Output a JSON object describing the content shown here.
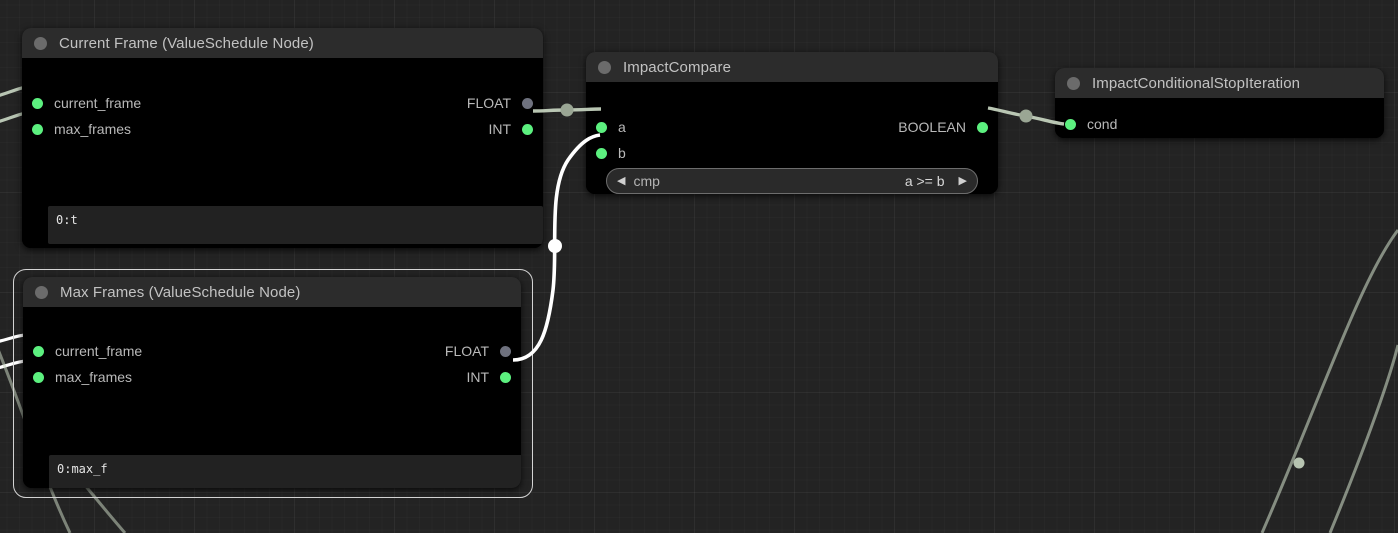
{
  "editor": {
    "name": "node-graph-canvas",
    "background_color": "#232323",
    "grid_color": "#2d2d2d"
  },
  "colors": {
    "slot_connected": "#5cf07f",
    "slot_unconnected": "#6e717e",
    "node_header": "#2c2c2c",
    "node_body": "#000000",
    "link_default": "#c6d4c0",
    "link_selected": "#ffffff",
    "selection_outline": "#d4d4d4"
  },
  "nodes": [
    {
      "id": "current-frame",
      "title": "Current Frame (ValueSchedule Node)",
      "collapse_icon": "circle-icon",
      "selected": false,
      "inputs": [
        {
          "label": "current_frame",
          "state": "connected"
        },
        {
          "label": "max_frames",
          "state": "connected"
        }
      ],
      "outputs": [
        {
          "label": "FLOAT",
          "state": "unconnected"
        },
        {
          "label": "INT",
          "state": "connected"
        }
      ],
      "text_widget": {
        "value": "0:t"
      }
    },
    {
      "id": "impact-compare",
      "title": "ImpactCompare",
      "collapse_icon": "circle-icon",
      "selected": false,
      "inputs": [
        {
          "label": "a",
          "state": "connected"
        },
        {
          "label": "b",
          "state": "connected"
        }
      ],
      "outputs": [
        {
          "label": "BOOLEAN",
          "state": "connected"
        }
      ],
      "combo_widget": {
        "name": "cmp",
        "value": "a >= b",
        "left_arrow": "◀",
        "right_arrow": "▶"
      }
    },
    {
      "id": "impact-conditional-stop-iteration",
      "title": "ImpactConditionalStopIteration",
      "collapse_icon": "circle-icon",
      "selected": false,
      "inputs": [
        {
          "label": "cond",
          "state": "connected"
        }
      ],
      "outputs": []
    },
    {
      "id": "max-frames",
      "title": "Max Frames (ValueSchedule Node)",
      "collapse_icon": "circle-icon",
      "selected": true,
      "inputs": [
        {
          "label": "current_frame",
          "state": "connected"
        },
        {
          "label": "max_frames",
          "state": "connected"
        }
      ],
      "outputs": [
        {
          "label": "FLOAT",
          "state": "unconnected"
        },
        {
          "label": "INT",
          "state": "connected"
        }
      ],
      "text_widget": {
        "value": "0:max_f"
      }
    }
  ],
  "links": [
    {
      "from": "current-frame.INT",
      "to": "impact-compare.a",
      "selected": false
    },
    {
      "from": "max-frames.INT",
      "to": "impact-compare.b",
      "selected": true
    },
    {
      "from": "impact-compare.BOOLEAN",
      "to": "impact-conditional-stop-iteration.cond",
      "selected": false
    }
  ]
}
